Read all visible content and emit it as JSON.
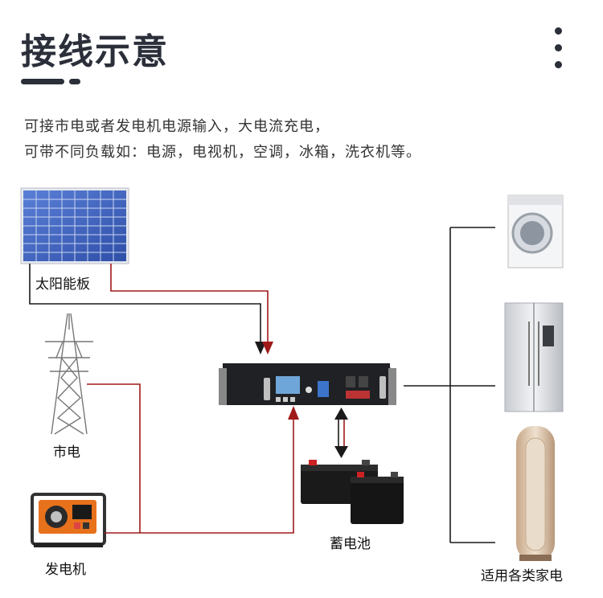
{
  "header": {
    "title": "接线示意",
    "menu_icon": "more-vertical-icon"
  },
  "description": {
    "line1": "可接市电或者发电机电源输入，大电流充电，",
    "line2": "可带不同负载如：电源，电视机，空调，冰箱，洗衣机等。"
  },
  "labels": {
    "solar": "太阳能板",
    "grid": "市电",
    "generator": "发电机",
    "battery": "蓄电池",
    "appliances": "适用各类家电"
  },
  "colors": {
    "dark_line": "#1a1a1a",
    "red_line": "#a01a1a",
    "title": "#2b2f3a"
  }
}
